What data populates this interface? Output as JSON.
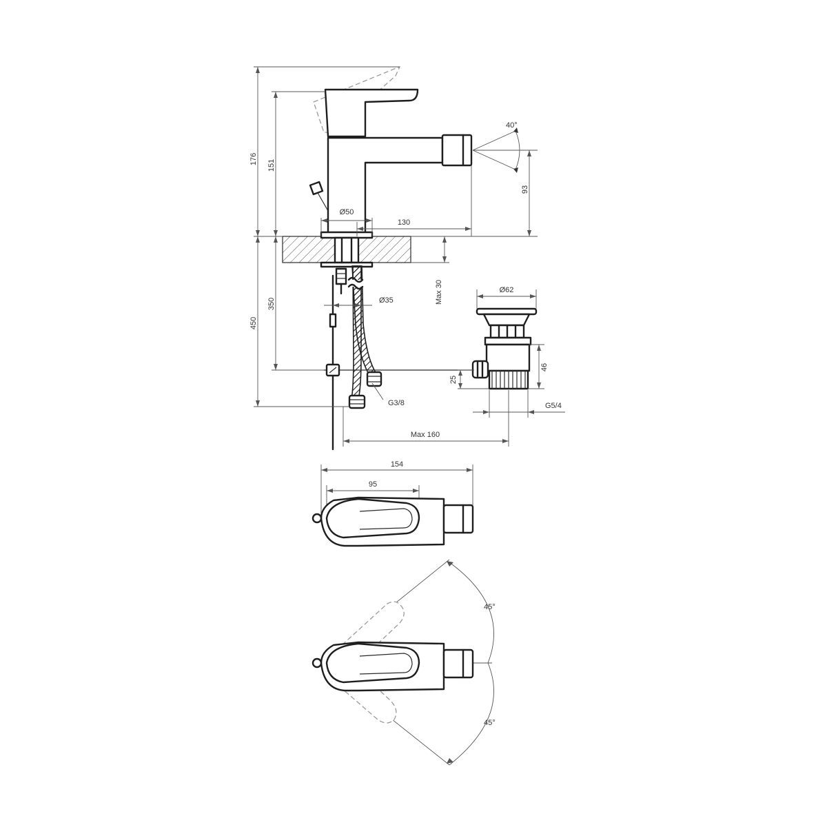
{
  "dimensions": {
    "overall_height": "176",
    "lever_height": "151",
    "spray_angle": "40°",
    "nozzle_height": "93",
    "base_diameter": "Ø50",
    "spout_reach": "130",
    "max_deck_thickness": "Max 30",
    "flex_hose_length": "350",
    "total_depth": "450",
    "hose_diameter": "Ø35",
    "waste_diameter": "Ø62",
    "rod_height": "25",
    "waste_height": "46",
    "hose_thread": "G3/8",
    "waste_thread": "G5/4",
    "max_rod_length": "Max 160",
    "top_length": "154",
    "top_lever_length": "95",
    "rotation_left": "45°",
    "rotation_right": "45°"
  },
  "colors": {
    "line": "#1e1e1e",
    "dimension": "#555555",
    "ghost": "#9a9a9a",
    "hatch": "#555555"
  }
}
